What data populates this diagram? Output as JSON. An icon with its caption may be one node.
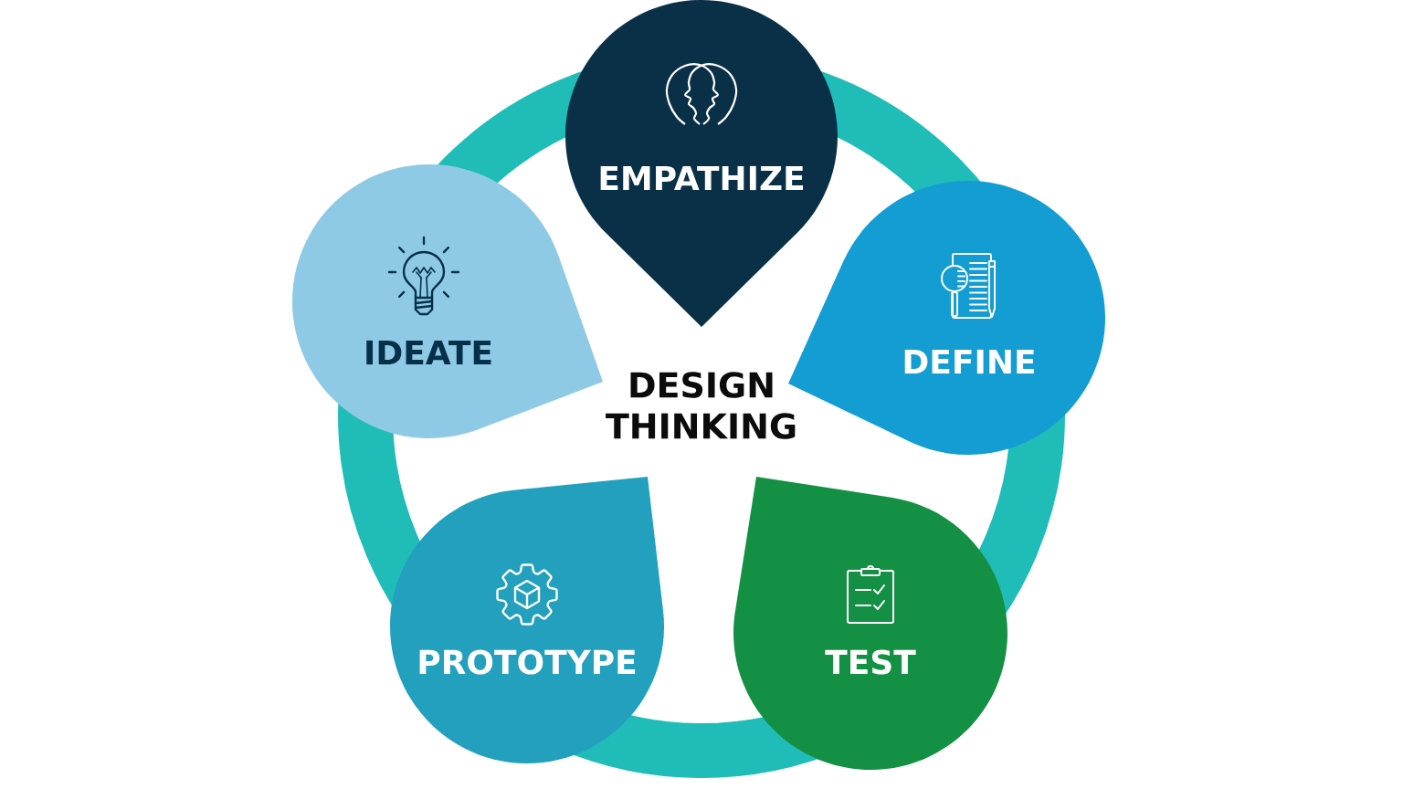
{
  "diagram": {
    "title": "DESIGN THINKING",
    "nodes": [
      {
        "text": [
          "EMPATHIZE"
        ]
      },
      {
        "text": [
          "IDEATE"
        ]
      },
      {
        "text": [
          "DEFINE"
        ]
      },
      {
        "text": [
          "PROTOTYPE"
        ]
      },
      {
        "text": [
          "TEST"
        ]
      }
    ]
  }
}
